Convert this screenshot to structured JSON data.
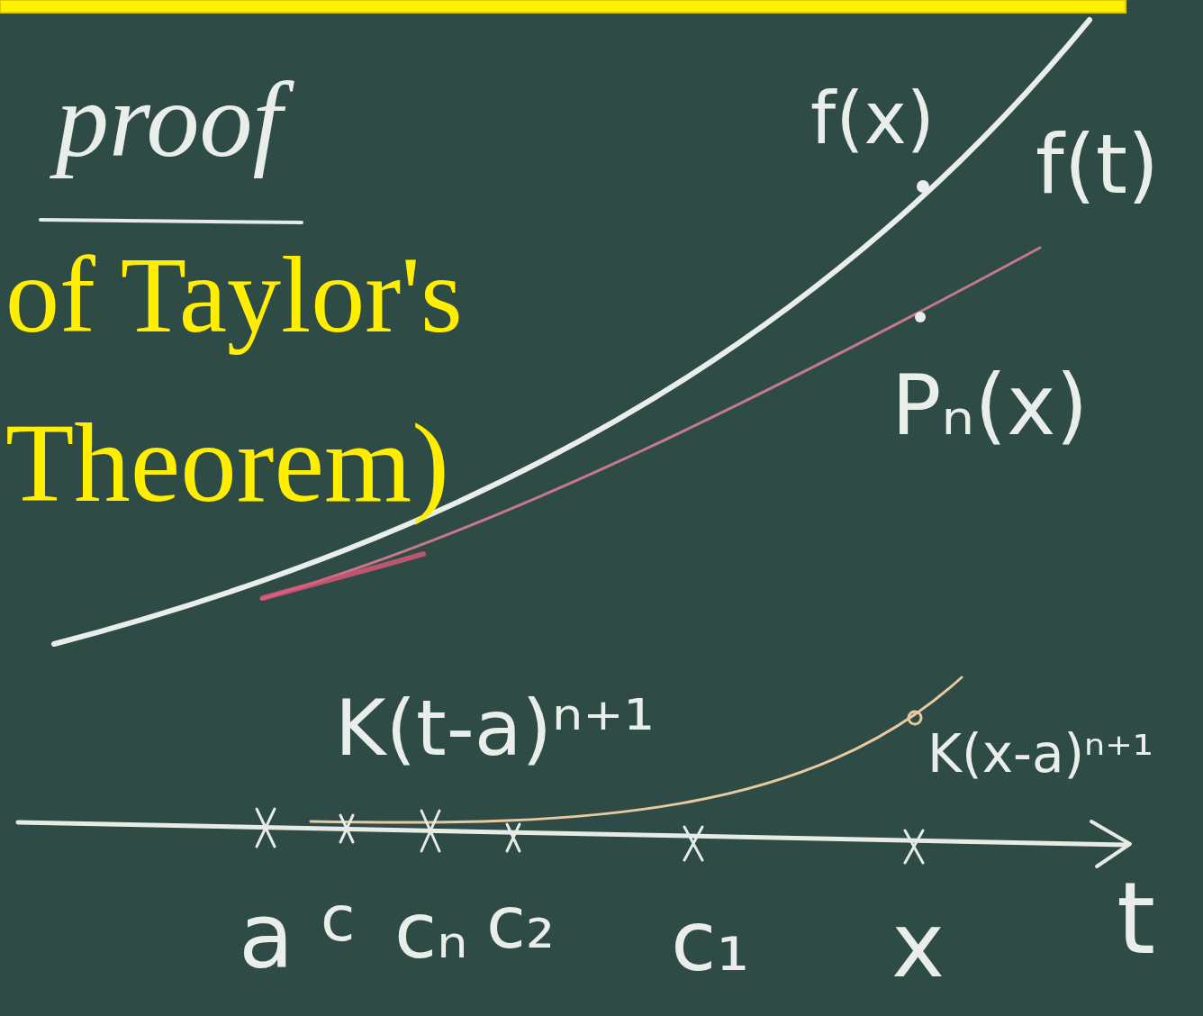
{
  "diagram": {
    "labels": [
      "proof",
      "of Taylor's",
      "Theorem)",
      "f(x)",
      "f(t)",
      "Pₙ(x)",
      "K(t-a)ⁿ⁺¹",
      "K(x-a)ⁿ⁺¹",
      "a",
      "c",
      "cₙ",
      "c₂",
      "c₁",
      "x",
      "t"
    ]
  }
}
